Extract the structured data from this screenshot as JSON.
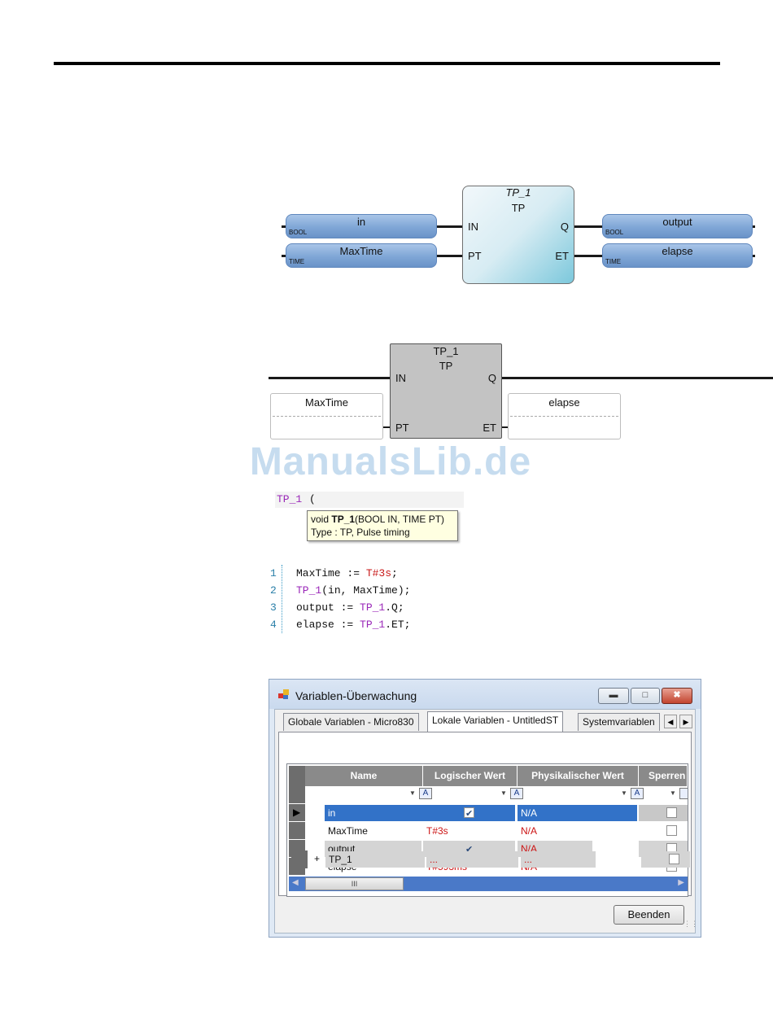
{
  "fbd": {
    "block": {
      "instance": "TP_1",
      "type": "TP",
      "in_pin": "IN",
      "pt_pin": "PT",
      "q_pin": "Q",
      "et_pin": "ET"
    },
    "inputs": [
      {
        "name": "in",
        "type": "BOOL"
      },
      {
        "name": "MaxTime",
        "type": "TIME"
      }
    ],
    "outputs": [
      {
        "name": "output",
        "type": "BOOL"
      },
      {
        "name": "elapse",
        "type": "TIME"
      }
    ]
  },
  "ld": {
    "block": {
      "instance": "TP_1",
      "type": "TP",
      "in_pin": "IN",
      "pt_pin": "PT",
      "q_pin": "Q",
      "et_pin": "ET"
    },
    "pt_var": "MaxTime",
    "et_var": "elapse"
  },
  "watermark": "ManualsLib.de",
  "st": {
    "typed": "TP_1",
    "typed_paren": "(",
    "tooltip": {
      "line1_prefix": "void ",
      "line1_name": "TP_1",
      "line1_args": "(BOOL IN, TIME PT)",
      "line2": "Type : TP, Pulse timing"
    },
    "lines": [
      {
        "no": "1",
        "a": "MaxTime := ",
        "b": "T#3s",
        "c": ";"
      },
      {
        "no": "2",
        "a": "",
        "b": "TP_1",
        "c": "(in, MaxTime);"
      },
      {
        "no": "3",
        "a": "output := ",
        "b": "TP_1",
        "c": ".Q;"
      },
      {
        "no": "4",
        "a": "elapse := ",
        "b": "TP_1",
        "c": ".ET;"
      }
    ]
  },
  "window": {
    "title": "Variablen-Überwachung",
    "tabs": [
      "Globale Variablen - Micro830",
      "Lokale Variablen - UntitledST",
      "Systemvariablen"
    ],
    "columns": [
      "Name",
      "Logischer Wert",
      "Physikalischer Wert",
      "Sperren"
    ],
    "rows": [
      {
        "name": "in",
        "logical": "",
        "checked": true,
        "physical": "N/A"
      },
      {
        "name": "MaxTime",
        "logical": "T#3s",
        "checked": false,
        "physical": "N/A"
      },
      {
        "name": "output",
        "logical": "",
        "checked": true,
        "physical": "N/A"
      },
      {
        "name": "elapse",
        "logical": "T#593ms",
        "checked": false,
        "physical": "N/A"
      },
      {
        "name": "TP_1",
        "logical": "...",
        "checked": false,
        "physical": "...",
        "expand": "+"
      }
    ],
    "scroll_thumb": "III",
    "close_button": "Beenden"
  }
}
